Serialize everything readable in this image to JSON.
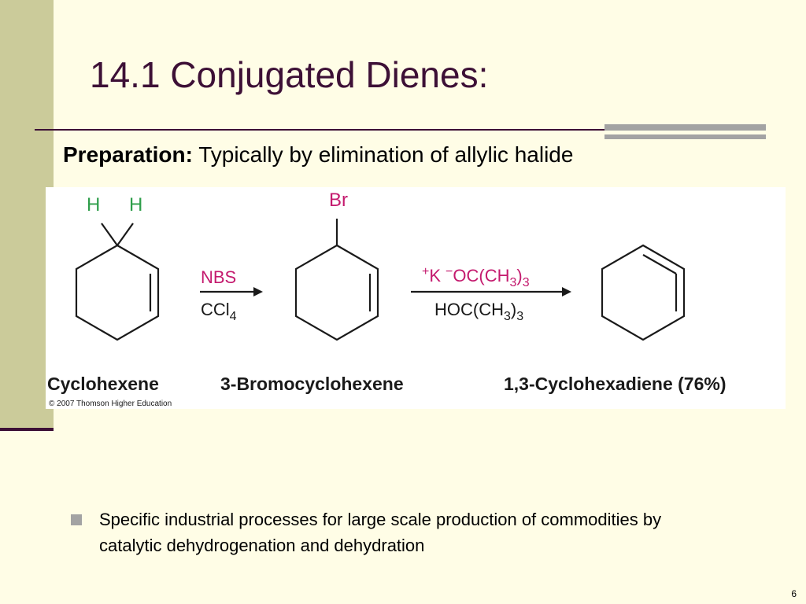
{
  "slide": {
    "title": "14.1 Conjugated Dienes:",
    "preparation_label": "Preparation:",
    "preparation_text": " Typically by elimination of allylic halide",
    "bullet": "Specific industrial processes for large scale production of commodities by catalytic dehydrogenation and dehydration",
    "page_number": "6"
  },
  "reaction": {
    "reactant_h1": "H",
    "reactant_h2": "H",
    "bromine": "Br",
    "step1_reagent_top": "NBS",
    "step1_reagent_bottom": "CCl",
    "step1_reagent_bottom_sub": "4",
    "step2_k": "K",
    "step2_anion": "OC(CH",
    "step2_sub": "3",
    "step2_close": ")",
    "step2_sub2": "3",
    "step2_solvent": "HOC(CH",
    "step2_solvent_sub": "3",
    "step2_solvent_close": ")",
    "step2_solvent_sub2": "3",
    "plus_sign": "+",
    "minus_sign": "−",
    "label_reactant": "Cyclohexene",
    "label_intermediate": "3-Bromocyclohexene",
    "label_product": "1,3-Cyclohexadiene (76%)",
    "copyright": "© 2007 Thomson Higher Education"
  },
  "colors": {
    "hydrogen": "#2e9e4a",
    "bromine": "#c41a6e",
    "title": "#3d1036"
  }
}
